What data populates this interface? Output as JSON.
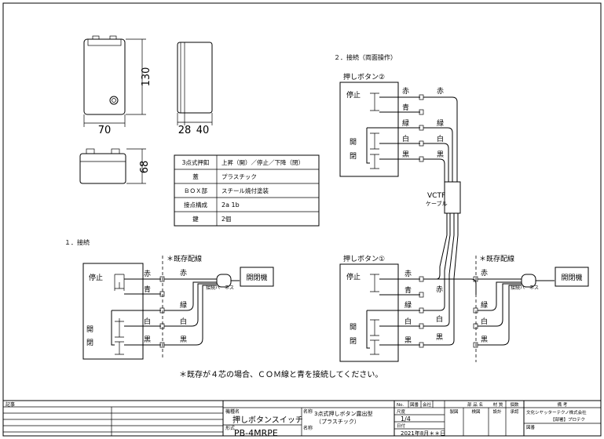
{
  "dims": {
    "front_width": "70",
    "front_height": "130",
    "side_a": "28",
    "side_b": "40",
    "bottom_height": "68"
  },
  "spec_table": [
    [
      "3点式押釦",
      "上昇（開）／停止／下降（閉）"
    ],
    [
      "蓋",
      "プラスチック"
    ],
    [
      "ＢＯＸ部",
      "スチール焼付塗装"
    ],
    [
      "接点構成",
      "2a 1b"
    ],
    [
      "鍵",
      "2個"
    ]
  ],
  "section1_title": "１．接続",
  "section2_title": "２．接続（両面操作）",
  "existing_wiring": "＊既存配線",
  "opener": "開閉機",
  "connector": "接続ハーネス",
  "vctf": "VCTF",
  "cable": "ケーブル",
  "pb1": "押しボタン①",
  "pb2": "押しボタン②",
  "sw": {
    "stop": "停止",
    "open1": "開",
    "open2": "閉"
  },
  "wires": {
    "red": "赤",
    "blue": "青",
    "green": "緑",
    "white": "白",
    "black": "黒"
  },
  "note": "＊既存が４芯の場合、ＣＯＭ線と青を接続してください。",
  "title_block": {
    "remarks": "記事",
    "item_name_label": "機種名",
    "item_name": "押しボタンスイッチ",
    "model_label": "形式",
    "model": "PB-4MRPE",
    "name_label": "名称",
    "name_1": "3点式押しボタン露出型",
    "name_2": "（プラスチック）",
    "scale_label": "尺度",
    "scale": "1/4",
    "date_label": "日付",
    "date": "2021年8月＊＊日",
    "no_label": "No.",
    "drawing_label": "図番",
    "company_label": "会社",
    "company": "文化シヤッターテクノ株式会社",
    "company2": "【部署】プロテク",
    "h_parts": "部 品 名",
    "h_material": "材 質",
    "h_qty": "個数",
    "h_remarks": "備 考",
    "h_draw": "製図",
    "h_check": "検図",
    "h_design": "設計",
    "h_approve": "承認"
  }
}
